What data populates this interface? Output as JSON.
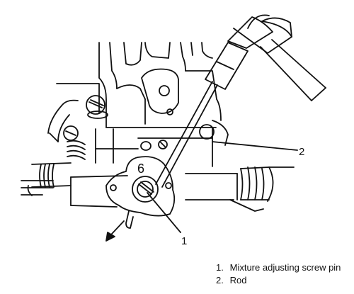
{
  "diagram": {
    "callouts": [
      {
        "id": "1",
        "label": "1"
      },
      {
        "id": "2",
        "label": "2"
      }
    ],
    "legend": [
      {
        "number": "1.",
        "text": "Mixture adjusting screw pin"
      },
      {
        "number": "2.",
        "text": "Rod"
      }
    ],
    "colors": {
      "line": "#111111",
      "background": "#ffffff"
    }
  }
}
